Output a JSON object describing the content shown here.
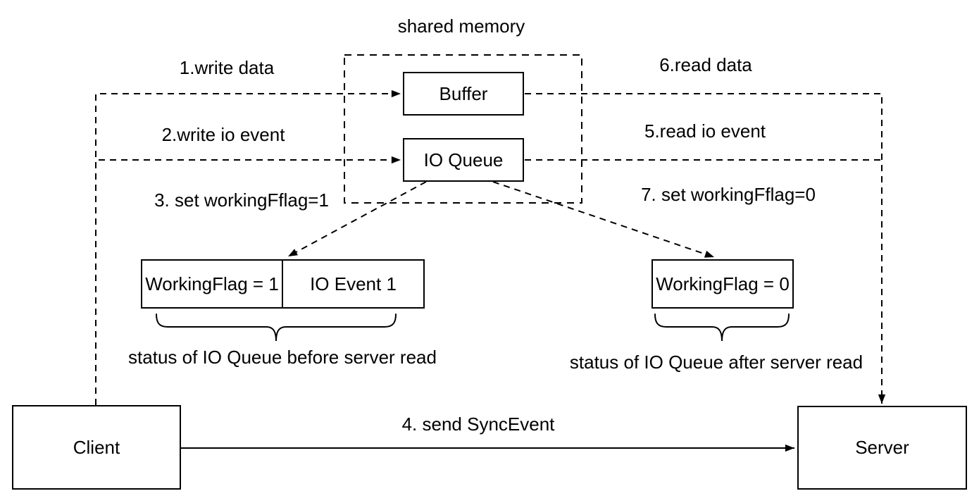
{
  "diagram": {
    "title": "shared memory",
    "nodes": {
      "buffer": "Buffer",
      "io_queue": "IO Queue",
      "client": "Client",
      "server": "Server",
      "working_flag_1": "WorkingFlag = 1",
      "io_event_1": "IO Event 1",
      "working_flag_0": "WorkingFlag = 0"
    },
    "steps": {
      "s1": "1.write data",
      "s2": "2.write io event",
      "s3": "3. set workingFflag=1",
      "s4": "4. send SyncEvent",
      "s5": "5.read io event",
      "s6": "6.read data",
      "s7": "7. set workingFflag=0"
    },
    "captions": {
      "before_read": "status of IO Queue before server read",
      "after_read": "status of IO Queue after server read"
    },
    "colors": {
      "stroke": "#000000",
      "background": "#ffffff",
      "text": "#000000"
    }
  }
}
